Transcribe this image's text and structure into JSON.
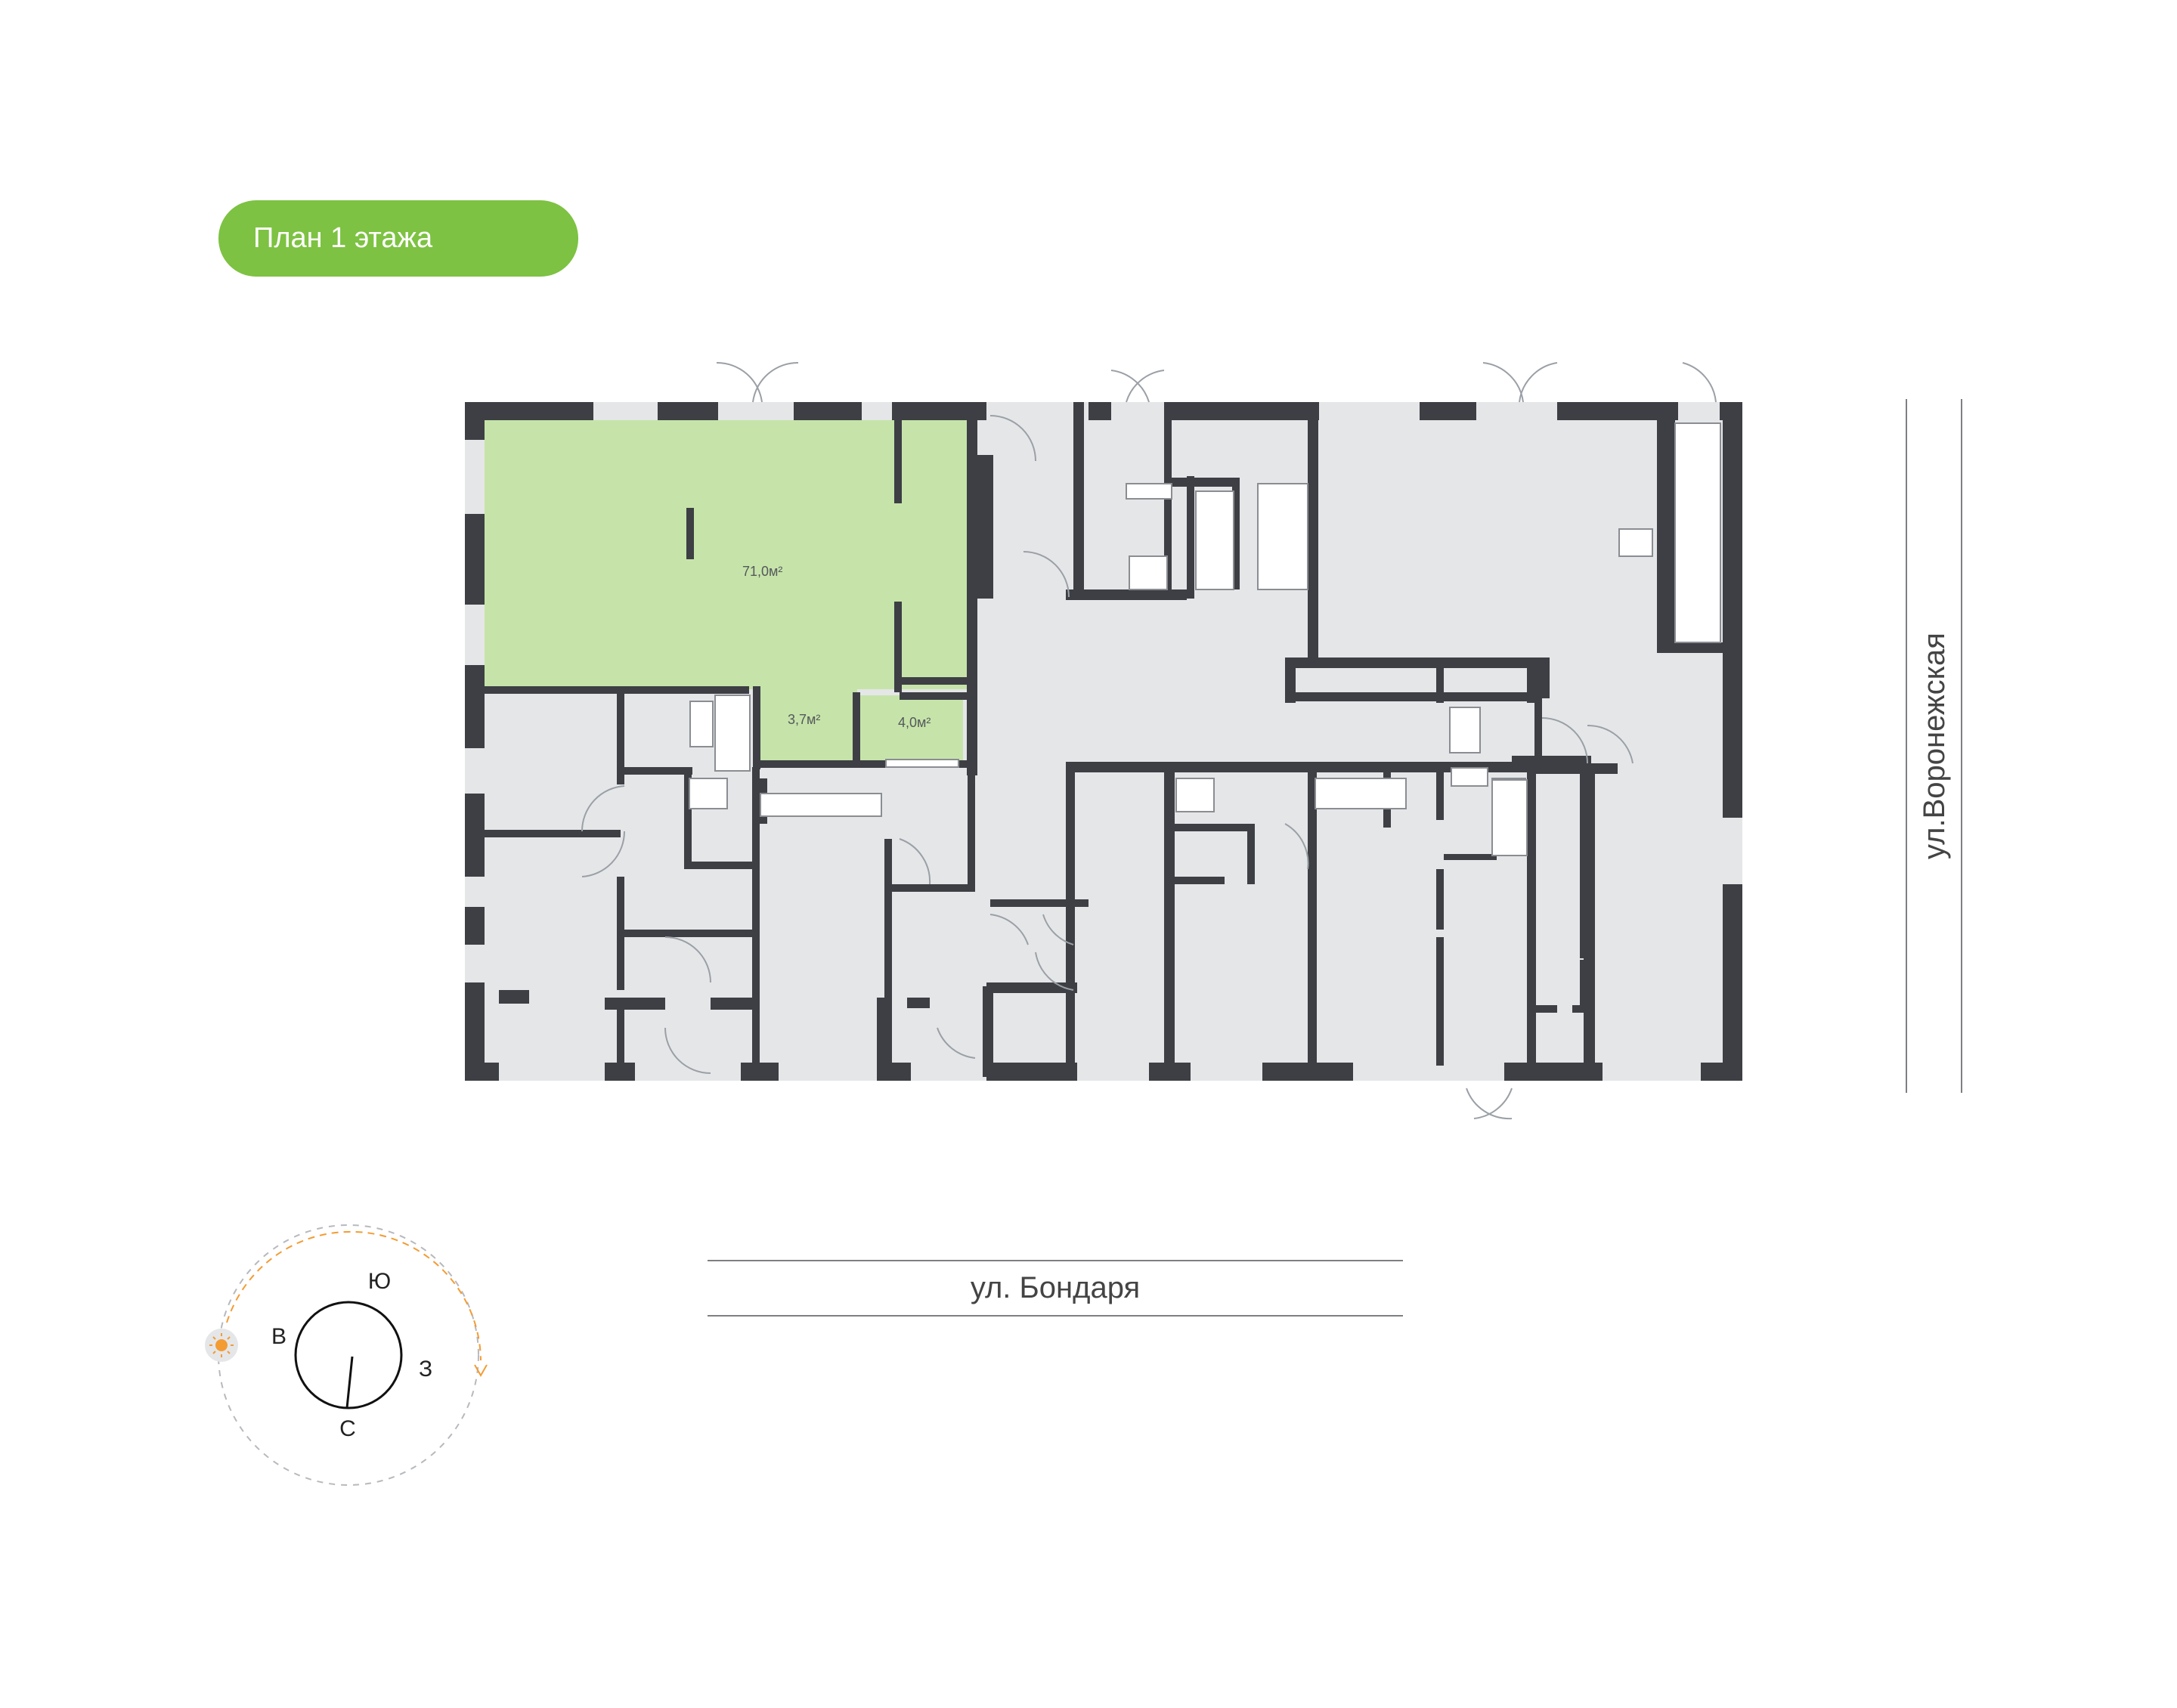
{
  "title": "План 1 этажа",
  "streets": {
    "bottom": "ул.  Бондаря",
    "right": "ул.Воронежская"
  },
  "areas": {
    "main_room": "71,0м²",
    "corridor": "3,7м²",
    "bathroom": "4,0м²"
  },
  "compass": {
    "north": "С",
    "south": "Ю",
    "east": "В",
    "west": "З"
  },
  "colors": {
    "accent": "#7dc242",
    "selected_area": "#c6e4a9",
    "walls": "#3d3f44",
    "floor": "#e5e6e8",
    "sun_path": "#f39c34"
  },
  "icons": [
    "sun-icon",
    "compass-arrow-icon"
  ]
}
